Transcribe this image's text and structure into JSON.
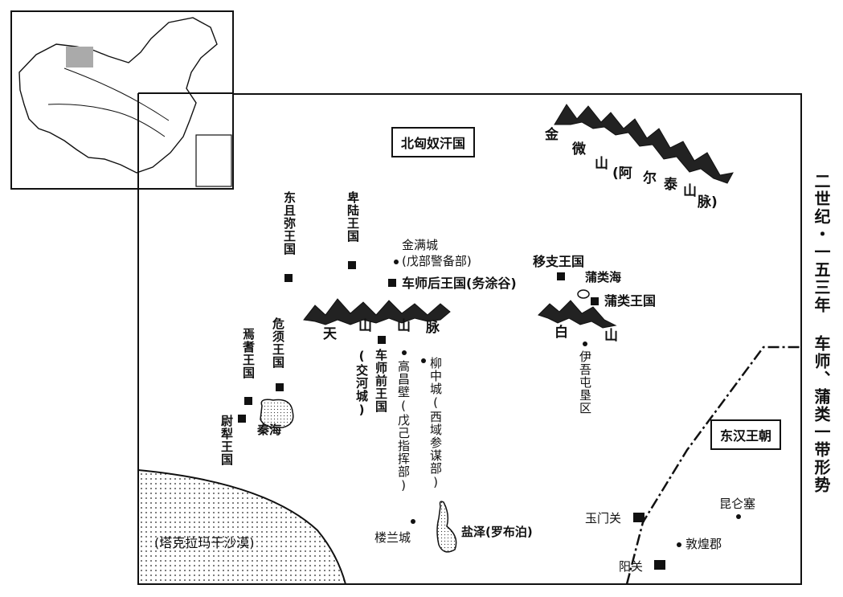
{
  "title": "二世纪・一五三年 车师、蒲类一带形势",
  "regions": {
    "north_xiongnu": "北匈奴汗国",
    "eastern_han": "东汉王朝",
    "taklamakan": "(塔克拉玛干沙漠)"
  },
  "mountains": {
    "jinwei": [
      "金",
      "微",
      "山",
      "(阿",
      "尔",
      "泰",
      "山",
      "脉)"
    ],
    "tianshan": [
      "天",
      "山",
      "山",
      "脉"
    ],
    "baishan": [
      "白",
      "山"
    ]
  },
  "kingdoms": {
    "dongqiemi": "东且弥王国",
    "beilu": "卑陆王国",
    "yanqi": "焉耆王国",
    "weixu": "危须王国",
    "weili": "尉犁王国",
    "cheshi_front": "车师前王国",
    "jiaohe": "(交河城)",
    "cheshi_back": "车师后王国(务涂谷)",
    "yizhi": "移支王国",
    "pulei": "蒲类王国"
  },
  "places": {
    "jinman": "金满城",
    "wubu": "(戊部警备部)",
    "gaochang": "高昌壁(戊己指挥部)",
    "liuzhong": "柳中城(西域参谋部)",
    "yiwu": "伊吾屯垦区",
    "loulan": "楼兰城",
    "kunlun": "昆仑塞",
    "dunhuang": "敦煌郡",
    "yumen": "玉门关",
    "yangguan": "阳关"
  },
  "lakes": {
    "qin": "秦海",
    "pulei_sea": "蒲类海",
    "yanze": "盐泽(罗布泊)"
  }
}
